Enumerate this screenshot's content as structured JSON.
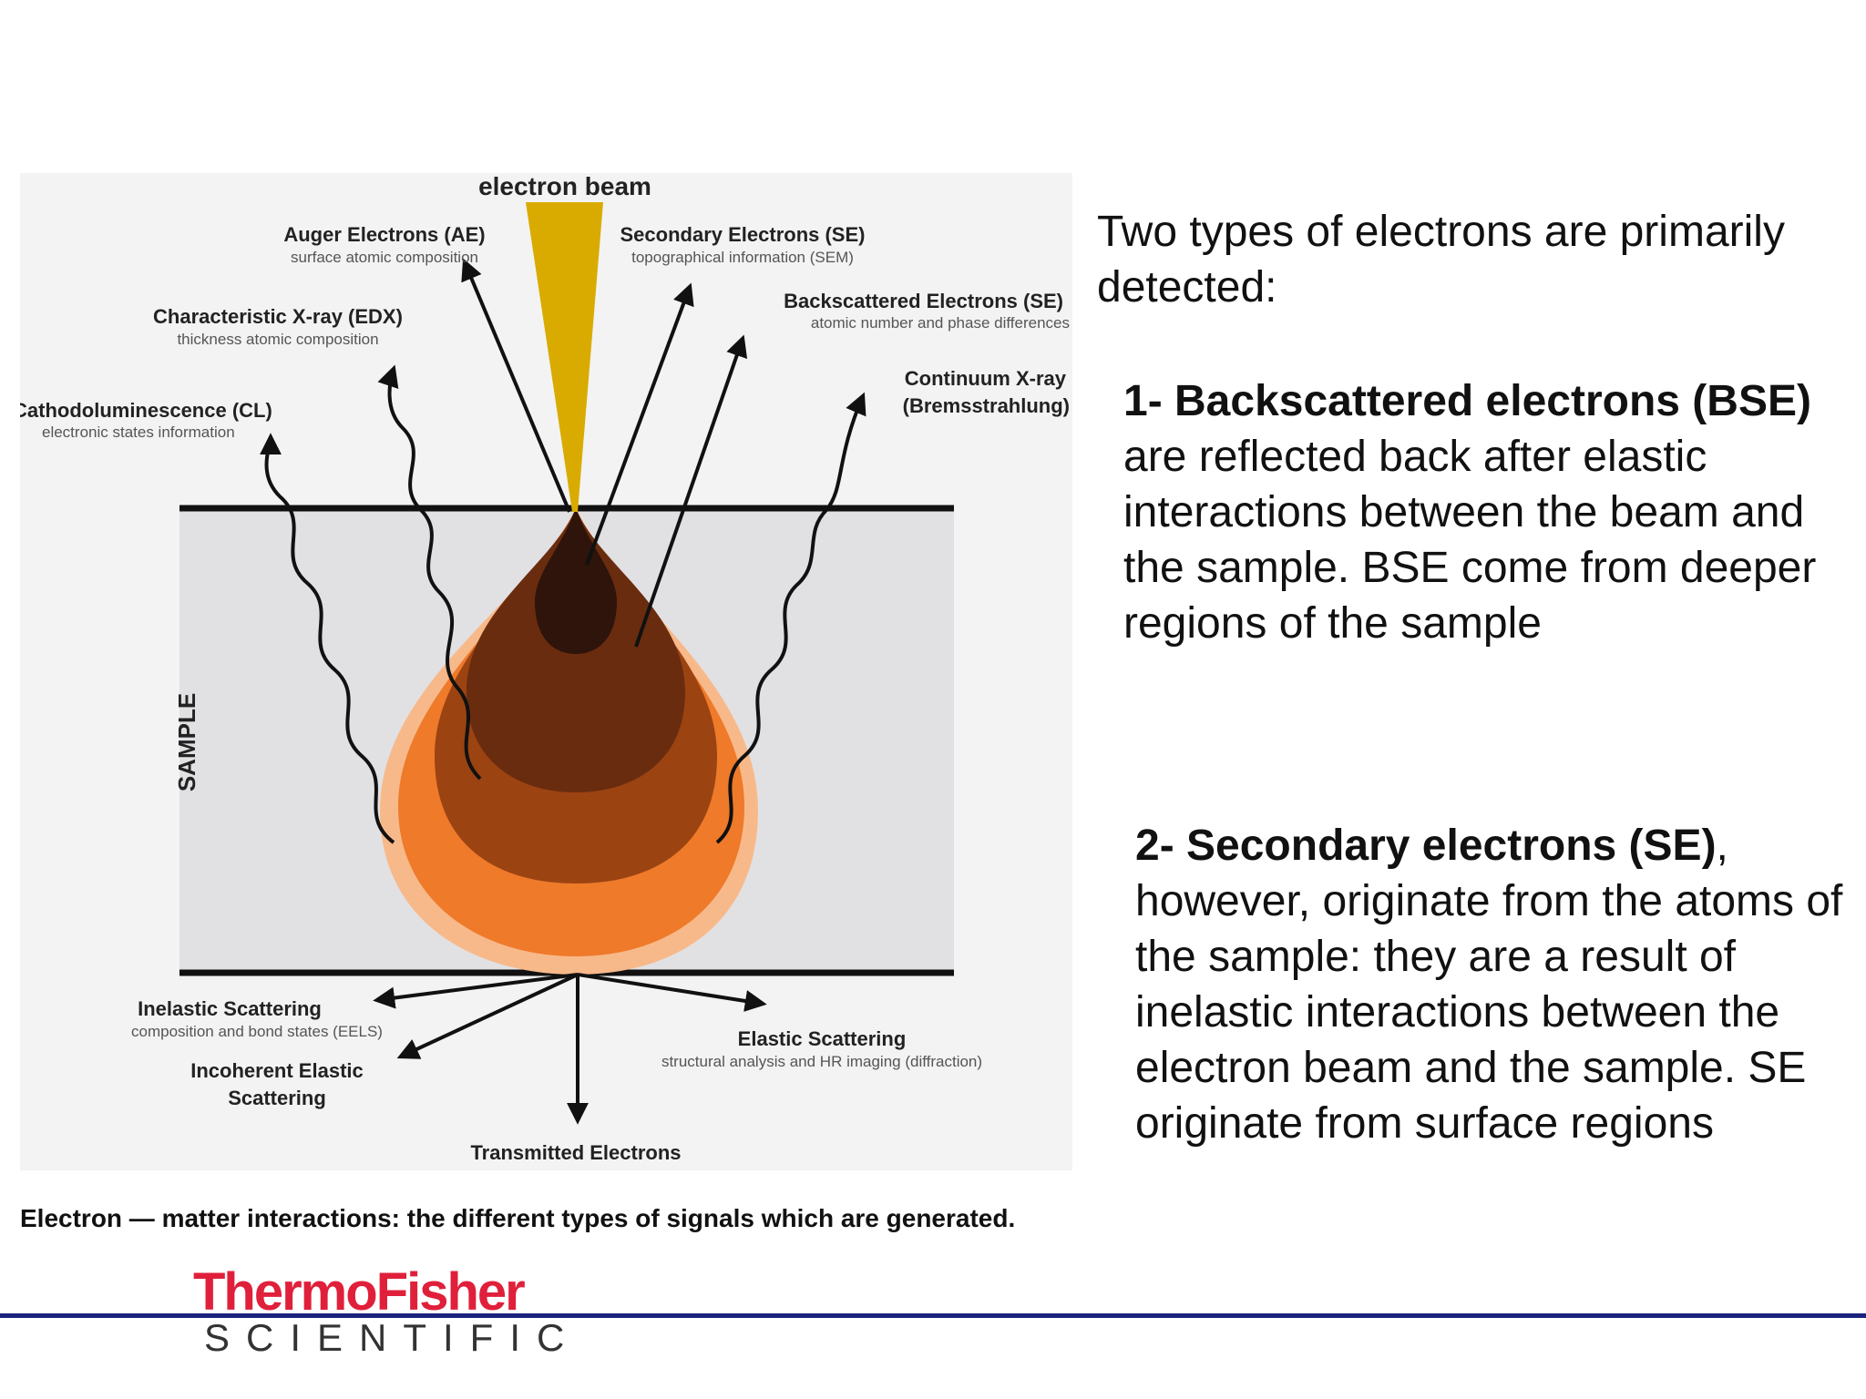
{
  "figure": {
    "electron_beam": "electron beam",
    "auger": {
      "title": "Auger Electrons (AE)",
      "sub": "surface atomic composition"
    },
    "secondary": {
      "title": "Secondary Electrons (SE)",
      "sub": "topographical information (SEM)"
    },
    "backscattered": {
      "title": "Backscattered Electrons (SE)",
      "sub": "atomic number and phase differences"
    },
    "characteristic": {
      "title": "Characteristic X-ray (EDX)",
      "sub": "thickness atomic composition"
    },
    "continuum": {
      "line1": "Continuum X-ray",
      "line2": "(Bremsstrahlung)"
    },
    "cathodo": {
      "title": "Cathodoluminescence (CL)",
      "sub": "electronic states information"
    },
    "sample": "SAMPLE",
    "inelastic": {
      "title": "Inelastic Scattering",
      "sub": "composition and bond states (EELS)"
    },
    "elastic": {
      "title": "Elastic Scattering",
      "sub": "structural analysis and HR imaging (diffraction)"
    },
    "incoherent": {
      "line1": "Incoherent Elastic",
      "line2": "Scattering"
    },
    "transmitted": "Transmitted Electrons",
    "colors": {
      "beam": "#d9ab00",
      "core": "#2e140b",
      "inner": "#6a2c0f",
      "mid": "#9c4312",
      "outer": "#ee7a2a",
      "halo": "#f8b98a",
      "sample_bg": "#e1e1e4"
    }
  },
  "caption": "Electron — matter interactions: the different types of signals which are generated.",
  "logo": {
    "word_left": "Thermo",
    "word_right": "Fisher",
    "sub": "SCIENTIFIC",
    "color": "#e0203b"
  },
  "text": {
    "intro": "Two types of electrons are primarily detected:",
    "bse_bold": "1- Backscattered electrons (BSE)",
    "bse_rest": " are reflected back after elastic interactions between the beam and the sample. BSE come from deeper regions of the sample",
    "se_bold": "2- Secondary electrons (SE)",
    "se_rest": ", however, originate from the atoms of the sample: they are a result of inelastic interactions between the electron beam and the sample. SE originate from surface regions"
  }
}
